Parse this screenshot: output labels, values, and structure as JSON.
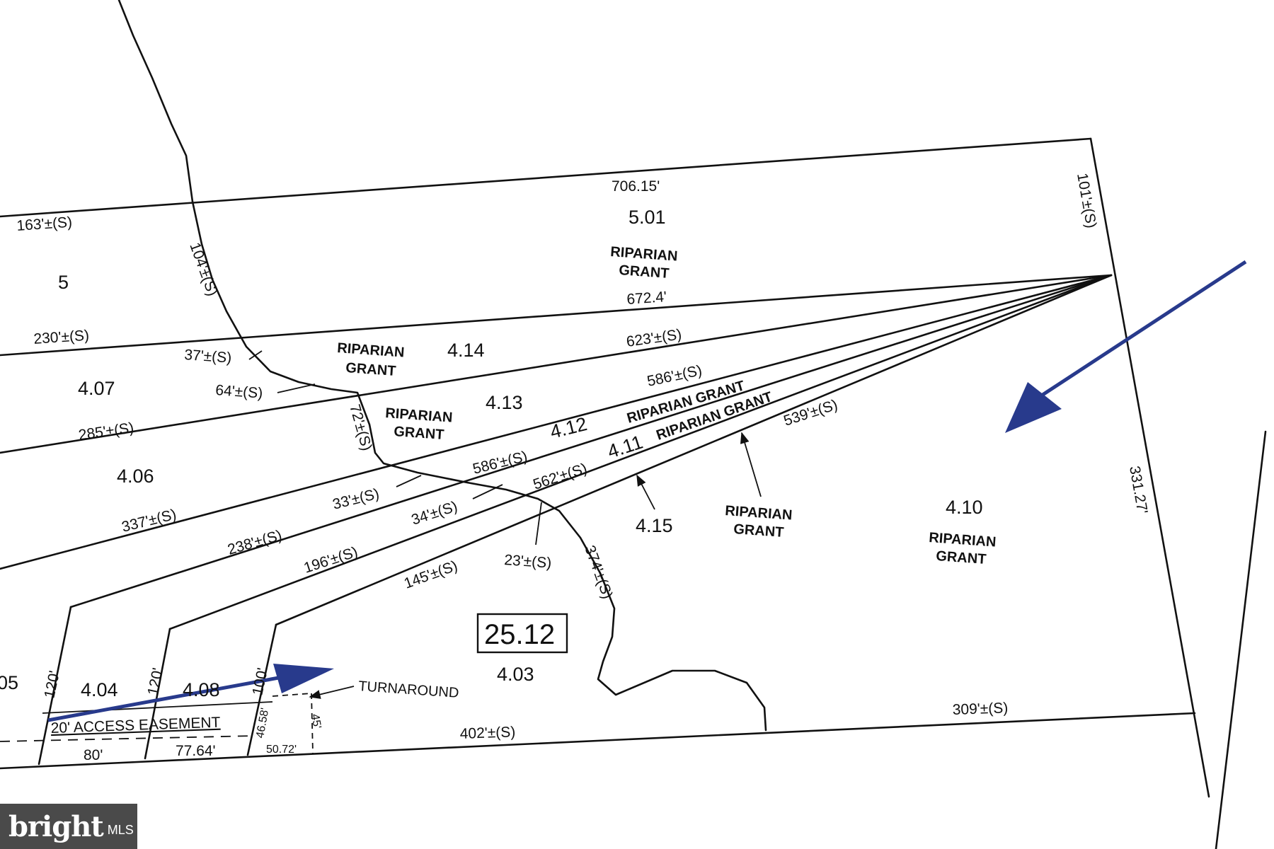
{
  "map": {
    "lots": {
      "l501": "5.01",
      "l5": "5",
      "l414": "4.14",
      "l407": "4.07",
      "l413": "4.13",
      "l406": "4.06",
      "l412": "4.12",
      "l411": "4.11",
      "l415": "4.15",
      "l410": "4.10",
      "l404": "4.04",
      "l408": "4.08",
      "l403": "4.03",
      "l405": "05",
      "block": "25.12"
    },
    "riparian": {
      "line1": "RIPARIAN",
      "line2": "GRANT",
      "inline": "RIPARIAN GRANT"
    },
    "dims": {
      "d70615": "706.15'",
      "d163": "163'±(S)",
      "d101": "101'±(S)",
      "d104": "104'±(S)",
      "d6724": "672.4'",
      "d230": "230'±(S)",
      "d623": "623'±(S)",
      "d37": "37'±(S)",
      "d64": "64'±(S)",
      "d586a": "586'±(S)",
      "d285": "285'±(S)",
      "d72": "72'±(S)",
      "d539": "539'±(S)",
      "d586b": "586'±(S)",
      "d562": "562'±(S)",
      "d33": "33'±(S)",
      "d337": "337'±(S)",
      "d34": "34'±(S)",
      "d238": "238'±(S)",
      "d196": "196'±(S)",
      "d145": "145'±(S)",
      "d23": "23'±(S)",
      "d374": "374'±(S)",
      "d33127": "331.27'",
      "d120a": "120'",
      "d120b": "120'",
      "d100": "100'",
      "d4658": "46.58'",
      "d45": "45'",
      "d80": "80'",
      "d7764": "77.64'",
      "d5072": "50.72'",
      "d402": "402'±(S)",
      "d309": "309'±(S)"
    },
    "notes": {
      "turnaround": "TURNAROUND",
      "easement": "20' ACCESS EASEMENT"
    },
    "colors": {
      "arrow": "#283a8c",
      "line": "#111111"
    }
  },
  "watermark": {
    "brand": "bright",
    "mls": "MLS"
  }
}
